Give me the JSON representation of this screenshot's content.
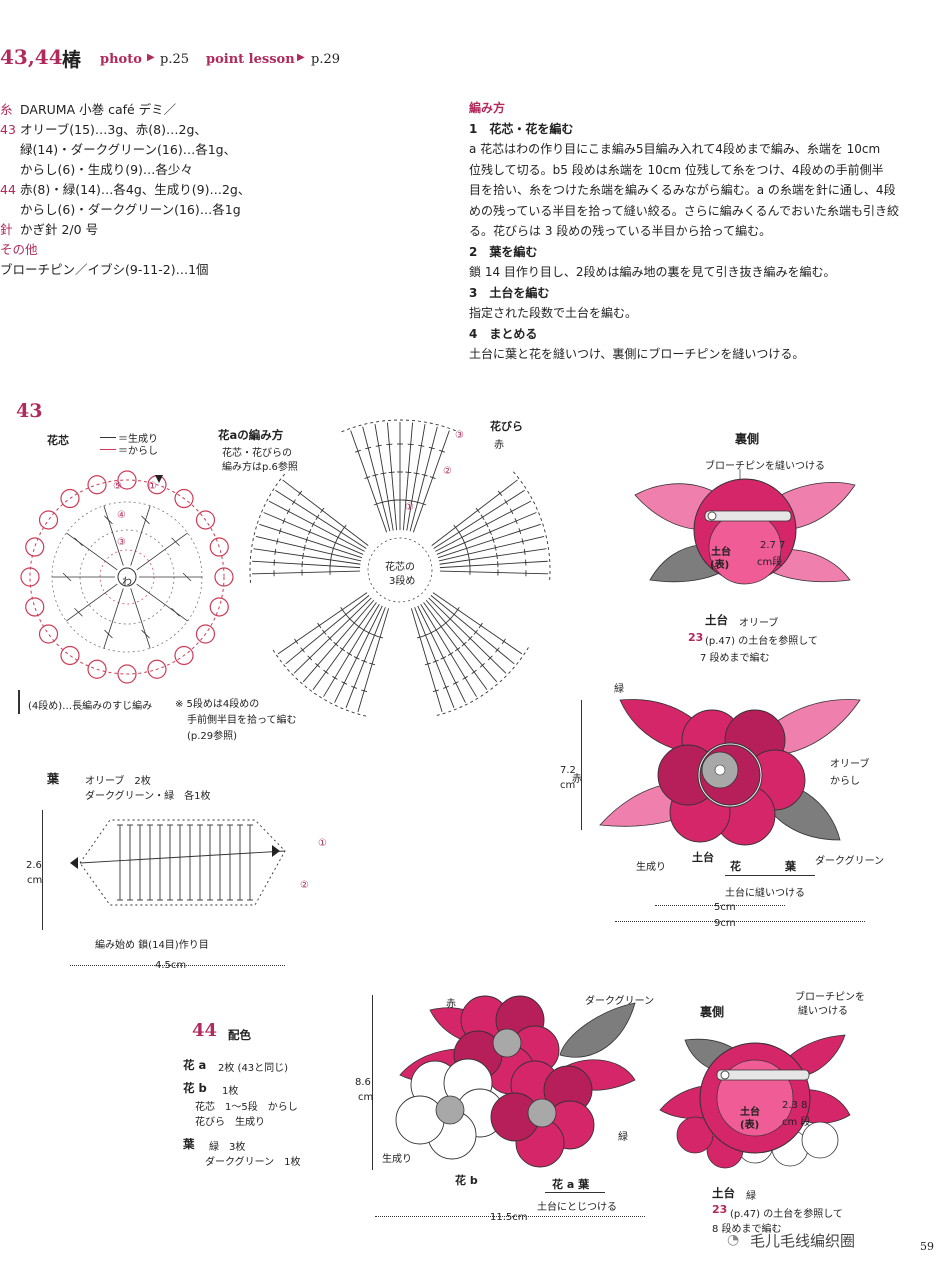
{
  "header": {
    "title": "43,44",
    "title_jp": "椿",
    "photo_label": "photo",
    "photo_page": "p.25",
    "lesson_label": "point lesson",
    "lesson_page": "p.29"
  },
  "materials": {
    "yarn_label": "糸",
    "yarn": "DARUMA  小巻 café デミ／",
    "n43_label": "43",
    "n43_line1": "オリーブ(15)…3g、赤(8)…2g、",
    "n43_line2": "緑(14)・ダークグリーン(16)…各1g、",
    "n43_line3": "からし(6)・生成り(9)…各少々",
    "n44_label": "44",
    "n44_line1": "赤(8)・緑(14)…各4g、生成り(9)…2g、",
    "n44_line2": "からし(6)・ダークグリーン(16)…各1g",
    "needle_label": "針",
    "needle": "かぎ針 2/0 号",
    "other_label": "その他",
    "other": "ブローチピン／イブシ(9-11-2)…1個"
  },
  "directions": {
    "heading": "編み方",
    "s1_title": "1　花芯・花を編む",
    "s1_l1": "a 花芯はわの作り目にこま編み5目編み入れて4段めまで編み、糸端を 10cm",
    "s1_l2": "位残して切る。b5 段めは糸端を 10cm 位残して糸をつけ、4段めの手前側半",
    "s1_l3": "目を拾い、糸をつけた糸端を編みくるみながら編む。a の糸端を針に通し、4段",
    "s1_l4": "めの残っている半目を拾って縫い絞る。さらに編みくるんでおいた糸端も引き絞",
    "s1_l5": "る。花びらは 3 段めの残っている半目から拾って編む。",
    "s2_title": "2　葉を編む",
    "s2_l1": "鎖 14 目作り目し、2段めは編み地の裏を見て引き抜き編みを編む。",
    "s3_title": "3　土台を編む",
    "s3_l1": "指定された段数で土台を編む。",
    "s4_title": "4　まとめる",
    "s4_l1": "土台に葉と花を縫いつけ、裏側にブローチピンを縫いつける。"
  },
  "diagram43": {
    "num": "43",
    "center_label": "花芯",
    "legend_1": "＝生成り",
    "legend_2": "＝からし",
    "flower_a_title": "花aの編み方",
    "flower_a_n1": "花芯・花びらの",
    "flower_a_n2": "編み方はp.6参照",
    "center_text_1": "花芯の",
    "center_text_2": "3段め",
    "petals_label": "花びら",
    "petals_color": "赤",
    "row4_note": "(4段め)…長編みのすじ編み",
    "note_l1": "※ 5段めは4段めの",
    "note_l2": "手前側半目を拾って編む",
    "note_l3": "(p.29参照)",
    "ring": "わ",
    "r1": "①",
    "r2": "②",
    "r3": "③",
    "r4": "④",
    "r5": "⑤"
  },
  "back43": {
    "title": "裏側",
    "pin": "ブローチピンを縫いつける",
    "base_1": "土台",
    "base_2": "(表)",
    "size_1": "2.7",
    "size_2": "cm段",
    "size_3": "7",
    "label_base": "土台",
    "label_color": "オリーブ",
    "ref_num": "23",
    "ref_text": "(p.47) の土台を参照して",
    "ref_rows": "7 段めまで編む"
  },
  "front43": {
    "midori": "緑",
    "aka": "赤",
    "height_val": "7.2",
    "height_unit": "cm",
    "olive": "オリーブ",
    "karashi": "からし",
    "kinari": "生成り",
    "base": "土台",
    "flower": "花",
    "leaf": "葉",
    "dark_green": "ダークグリーン",
    "sew": "土台に縫いつける",
    "w1": "5cm",
    "w2": "9cm"
  },
  "leaf": {
    "title": "葉",
    "l1": "オリーブ　2枚",
    "l2": "ダークグリーン・緑　各1枚",
    "h_val": "2.6",
    "h_unit": "cm",
    "start": "編み始め 鎖(14目)作り目",
    "width": "4.5cm",
    "r1": "①",
    "r2": "②"
  },
  "scheme44": {
    "num": "44",
    "title": "配色",
    "fa_label": "花 a",
    "fa_val": "2枚 (43と同じ)",
    "fb_label": "花 b",
    "fb_val": "1枚",
    "fb_c1": "花芯　1～5段　からし",
    "fb_c2": "花びら　生成り",
    "leaf_label": "葉",
    "leaf_c1": "緑　3枚",
    "leaf_c2": "ダークグリーン　1枚"
  },
  "front44": {
    "aka": "赤",
    "dark_green": "ダークグリーン",
    "height_val": "8.6",
    "height_unit": "cm",
    "kinari": "生成り",
    "midori": "緑",
    "flower_b": "花 b",
    "flower_a_leaf": "花 a  葉",
    "sew": "土台にとじつける",
    "width": "11.5cm"
  },
  "back44": {
    "title": "裏側",
    "pin_1": "ブローチピンを",
    "pin_2": "縫いつける",
    "base_1": "土台",
    "base_2": "(表)",
    "size": "2.3 8",
    "size_unit": "cm 段",
    "label_base": "土台",
    "label_color": "緑",
    "ref_num": "23",
    "ref_text": "(p.47) の土台を参照して",
    "ref_rows": "8 段めまで編む"
  },
  "footer": {
    "watermark": "毛儿毛线编织圈",
    "page": "59"
  },
  "colors": {
    "accent": "#b02a5b",
    "light_pink": "#ef7fad",
    "magenta": "#d6266a",
    "dark_magenta": "#b71f5a",
    "gray_leaf": "#7d7d7d",
    "center_gray": "#a8a8a8",
    "crochet_red": "#cc3c56"
  }
}
